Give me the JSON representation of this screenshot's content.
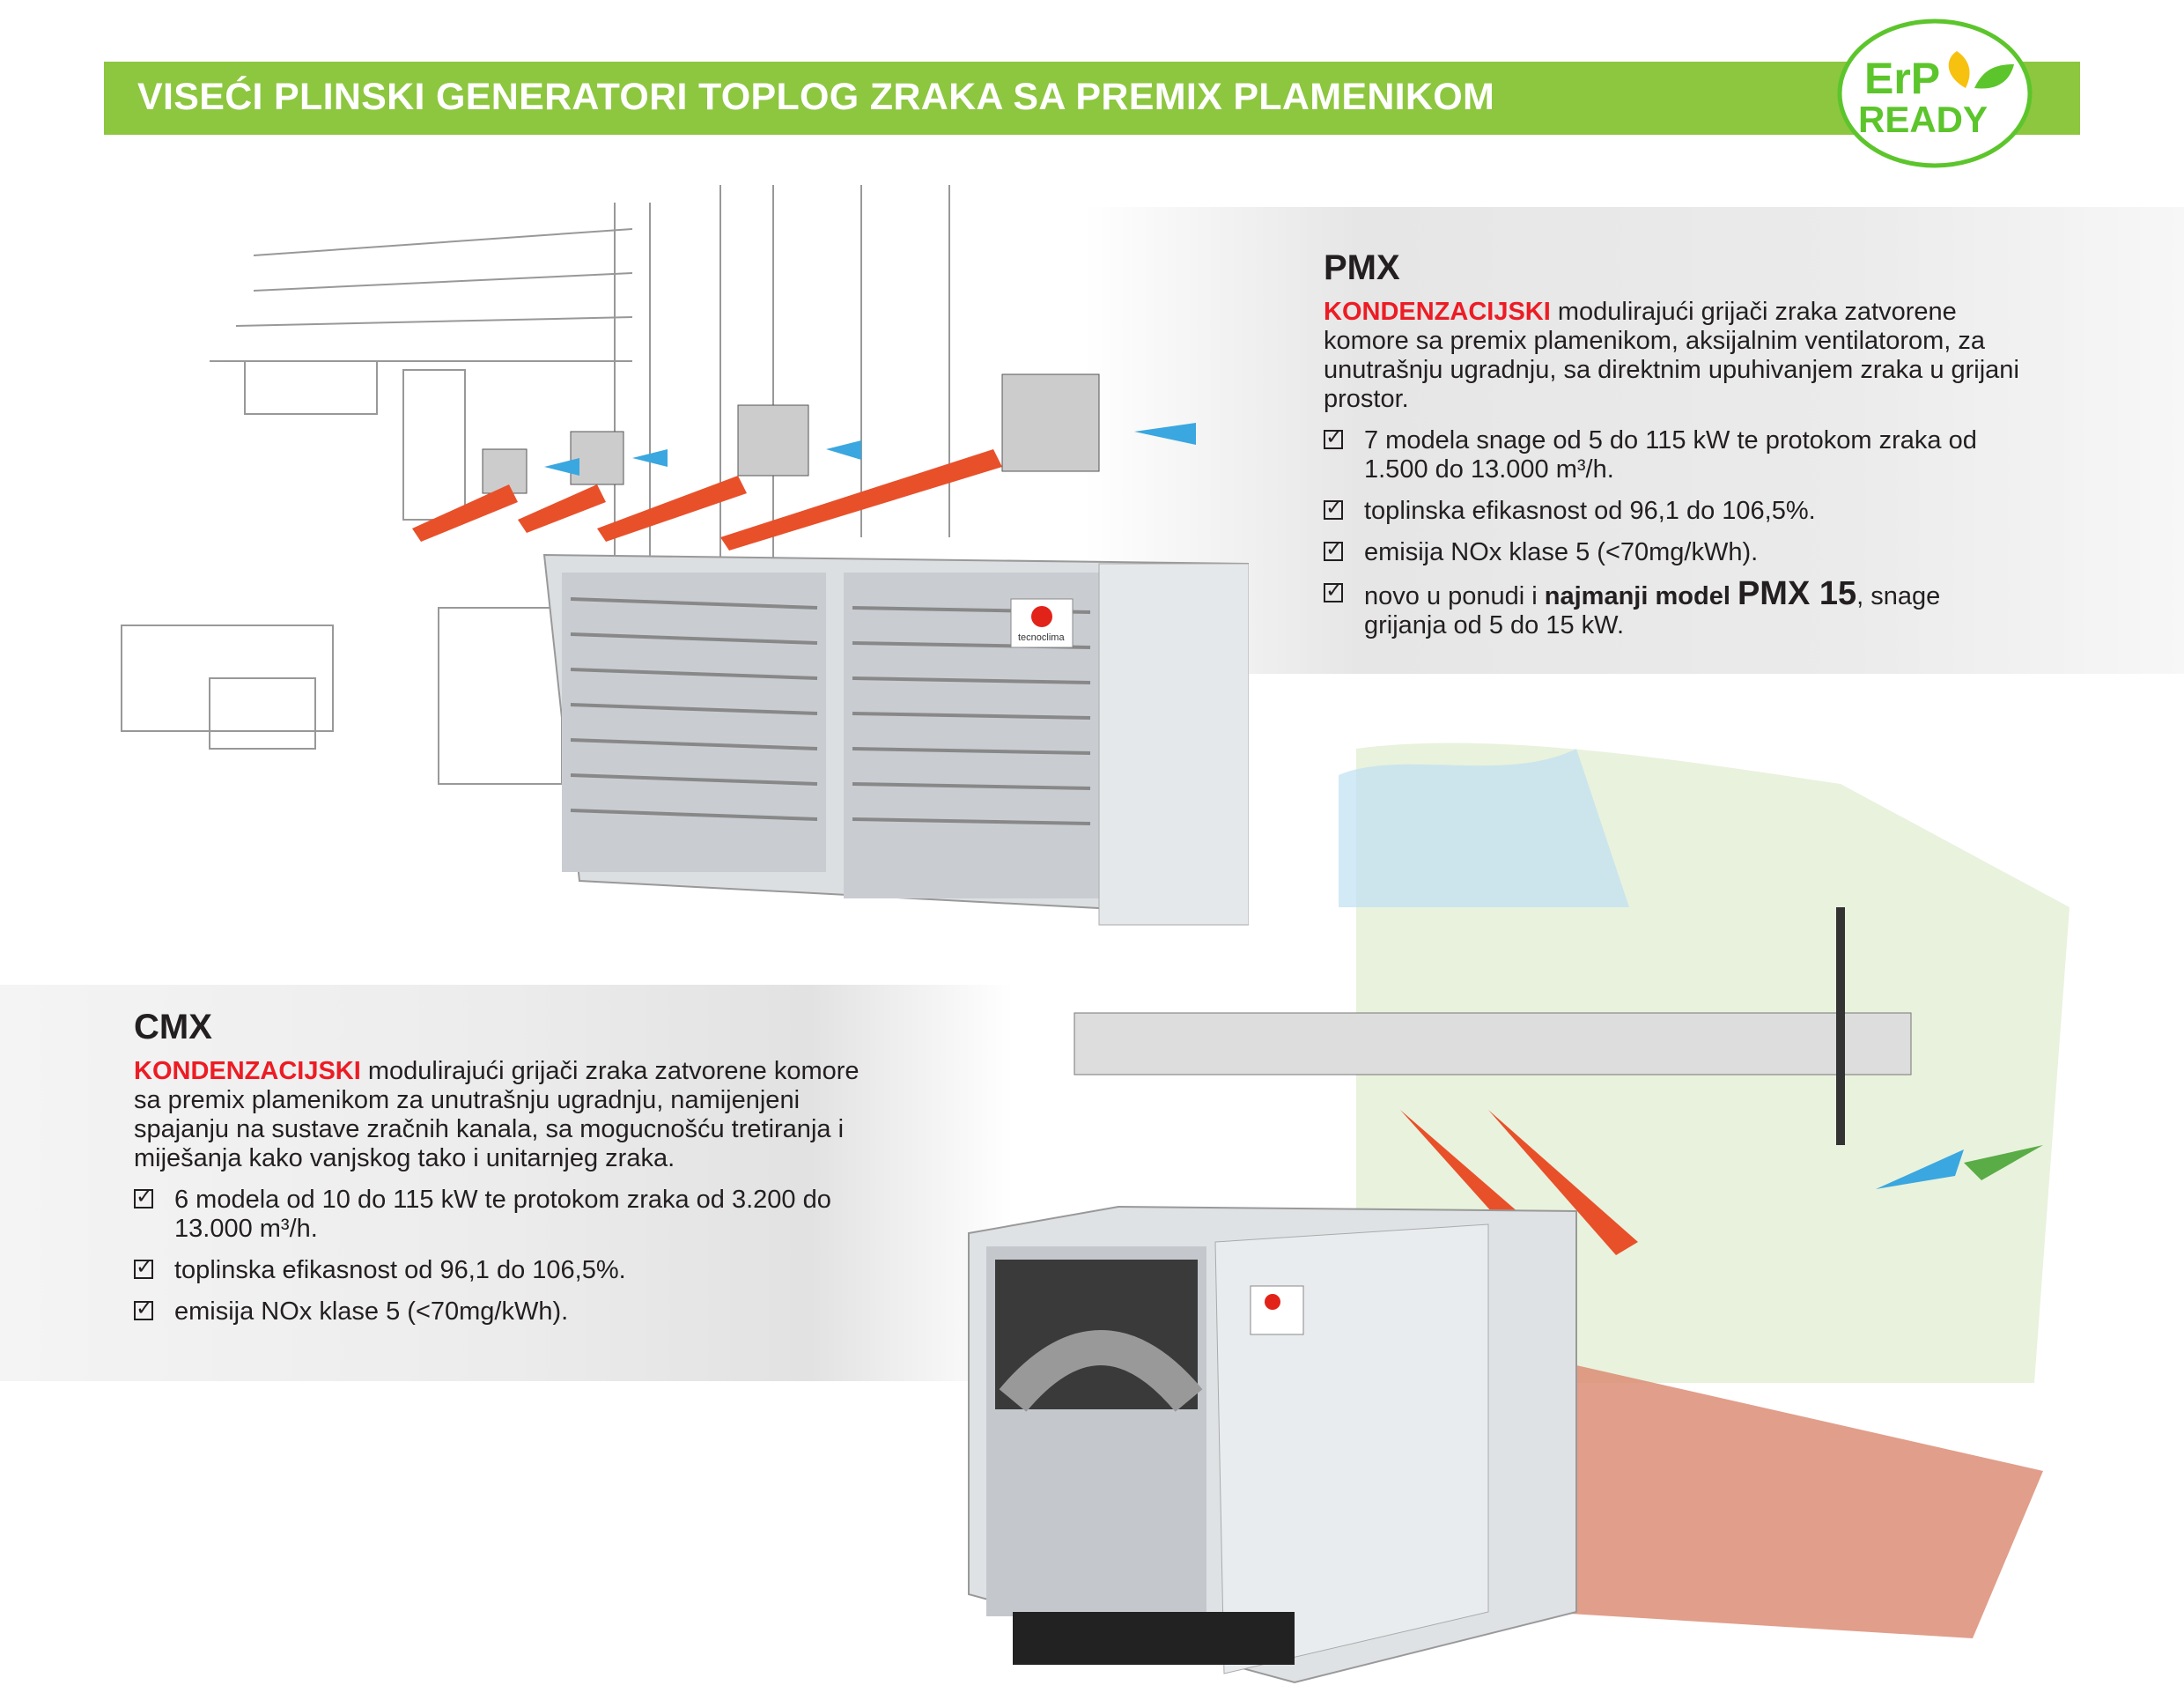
{
  "banner": {
    "title": "VISEĆI PLINSKI GENERATORI TOPLOG ZRAKA SA PREMIX PLAMENIKOM"
  },
  "logo": {
    "line1": "ErP",
    "line2": "READY"
  },
  "colors": {
    "banner_green": "#8dc63f",
    "accent_red": "#ed1c24",
    "text": "#231f20"
  },
  "pmx": {
    "heading": "PMX",
    "highlight": "KONDENZACIJSKI",
    "description": " modulirajući grijači zraka zatvorene komore sa premix plamenikom, aksijalnim ventilatorom, za unutrašnju ugradnju, sa direktnim upuhivanjem zraka u grijani prostor.",
    "features": [
      "7 modela snage od 5 do 115 kW te protokom zraka od 1.500 do 13.000 m³/h.",
      "toplinska efikasnost od 96,1 do 106,5%.",
      "emisija NOx klase 5 (<70mg/kWh)."
    ],
    "feature4": {
      "pre": "novo u ponudi i ",
      "bold": "najmanji model ",
      "model": "PMX 15",
      "post": ", snage grijanja od 5 do 15 kW."
    }
  },
  "cmx": {
    "heading": "CMX",
    "highlight": "KONDENZACIJSKI",
    "description": " modulirajući grijači zraka zatvorene komore sa premix plamenikom za unutrašnju ugradnju, namijenjeni spajanju na sustave zračnih kanala, sa mogucnošću tretiranja i miješanja kako vanjskog tako i unitarnjeg zraka.",
    "features": [
      "6 modela od 10 do 115 kW te protokom zraka od 3.200 do 13.000 m³/h.",
      "toplinska efikasnost od 96,1 do 106,5%.",
      "emisija NOx klase 5 (<70mg/kWh)."
    ]
  },
  "brand": "tecnoclima",
  "icons": {
    "check": "checkbox-checked-icon",
    "leaf": "leaf-icon"
  }
}
